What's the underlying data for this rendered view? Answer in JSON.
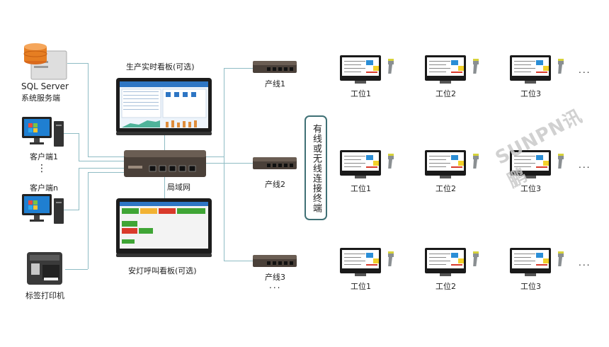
{
  "server": {
    "line1": "SQL Server",
    "line2": "系统服务端"
  },
  "client1": "客户端1",
  "clientn": "客户端n",
  "printer": "标签打印机",
  "board_top": "生产实时看板(可选)",
  "board_bottom": "安灯呼叫看板(可选)",
  "lan": "局域网",
  "lines": [
    "产线1",
    "产线2",
    "产线3"
  ],
  "terminal": "有线或无线连接终端",
  "stations": [
    "工位1",
    "工位2",
    "工位3"
  ],
  "watermark": "SUNPN讯鹏",
  "ellipsis": "...",
  "vdots": "⋮",
  "colors": {
    "wire": "#8fbcc4",
    "border": "#3f7075",
    "accent": "#2b8ed6"
  }
}
